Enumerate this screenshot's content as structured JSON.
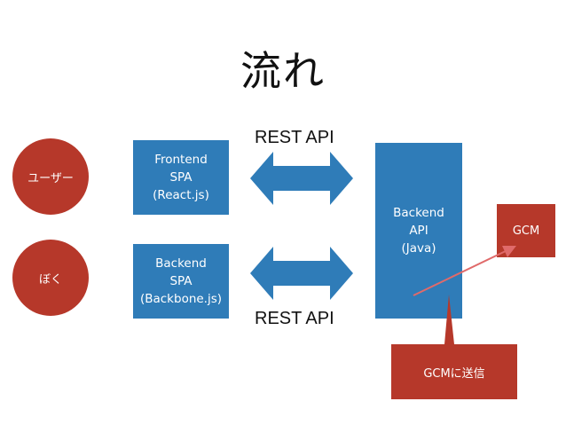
{
  "title": "流れ",
  "actors": {
    "user": "ユーザー",
    "boku": "ぼく"
  },
  "frontend": {
    "lines": [
      "Frontend",
      "SPA",
      "(React.js)"
    ]
  },
  "backend_spa": {
    "lines": [
      "Backend",
      "SPA",
      "(Backbone.js)"
    ]
  },
  "backend_api": {
    "lines": [
      "Backend",
      "API",
      "(Java)"
    ]
  },
  "gcm": "GCM",
  "send_note": "GCMに送信",
  "rest_top": "REST API",
  "rest_bottom": "REST API",
  "colors": {
    "red": "#b6382a",
    "blue": "#2f7cb8",
    "pink_line": "#e06a6a"
  }
}
